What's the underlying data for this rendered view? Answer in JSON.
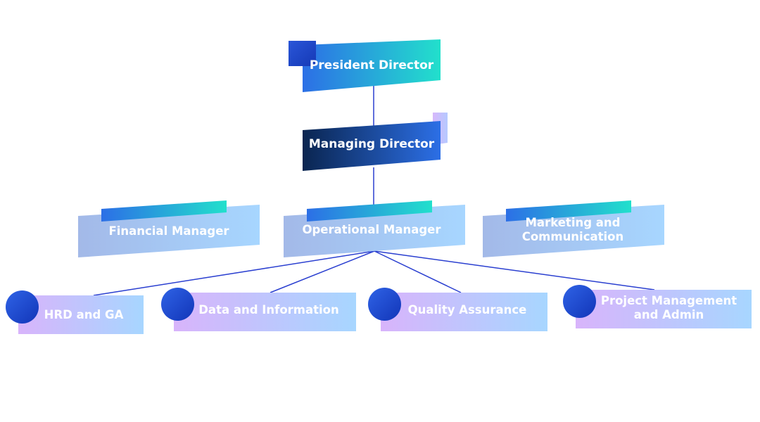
{
  "org_chart": {
    "president": {
      "label": "President Director"
    },
    "managing": {
      "label": "Managing Director"
    },
    "managers": [
      {
        "label": "Financial Manager"
      },
      {
        "label": "Operational Manager"
      },
      {
        "label": "Marketing and Communication"
      }
    ],
    "departments": [
      {
        "label": "HRD and GA"
      },
      {
        "label": "Data and Information"
      },
      {
        "label": "Quality Assurance"
      },
      {
        "label": "Project Management and Admin"
      }
    ]
  },
  "colors": {
    "connector": "#2a3fd0",
    "teal": "#22e0cc",
    "blue": "#2c6fe6",
    "navy": "#0a2550",
    "light_blue": "#a7d6ff",
    "lavender": "#d8b4fb",
    "circle": "#1a44cf"
  }
}
